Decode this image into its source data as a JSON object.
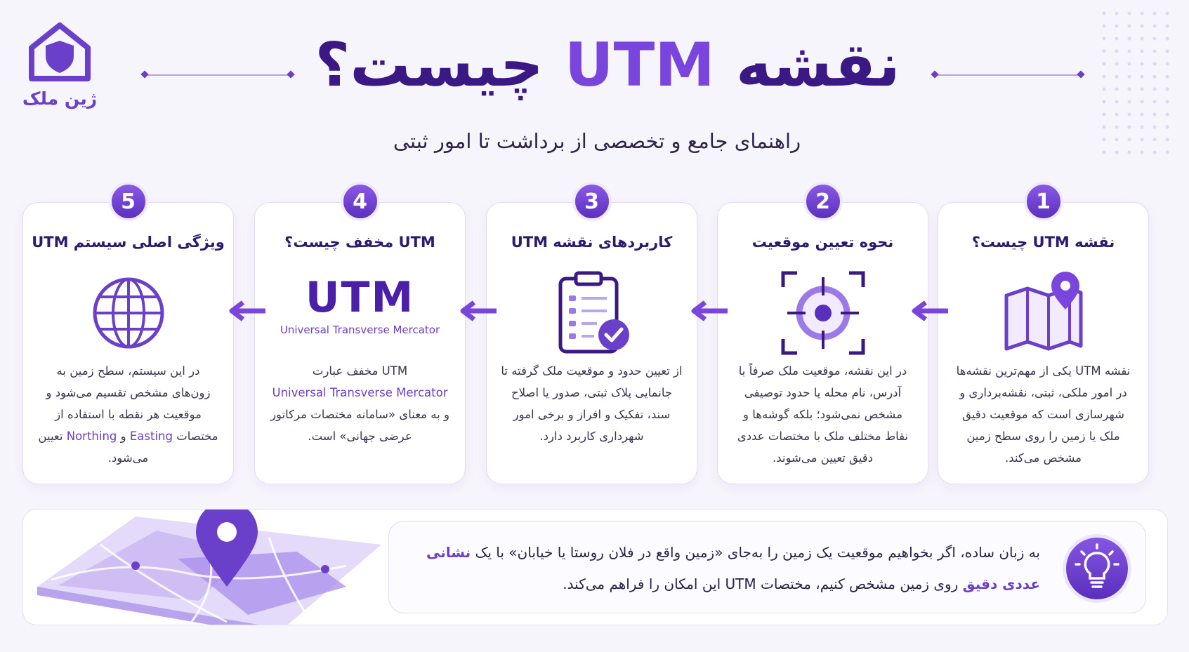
{
  "brand": {
    "name": "ژین ملک"
  },
  "header": {
    "title_prefix": "نقشه",
    "title_accent": "UTM",
    "title_suffix": "چیست؟",
    "subtitle": "راهنمای جامع و تخصصی از برداشت تا امور ثبتی"
  },
  "steps": [
    {
      "number": "1",
      "title": "نقشه UTM چیست؟",
      "icon": "map-pin-icon",
      "body": "نقشه UTM یکی از مهم‌ترین نقشه‌ها در امور ملکی، ثبتی، نقشه‌برداری و شهرسازی است که موقعیت دقیق ملک یا زمین را روی سطح زمین مشخص می‌کند."
    },
    {
      "number": "2",
      "title": "نحوه تعیین موقعیت",
      "icon": "crosshair-target-icon",
      "body": "در این نقشه، موقعیت ملک صرفاً با آدرس، نام محله یا حدود توصیفی مشخص نمی‌شود؛ بلکه گوشه‌ها و نقاط مختلف ملک با مختصات عددی دقیق تعیین می‌شوند."
    },
    {
      "number": "3",
      "title": "کاربردهای نقشه UTM",
      "icon": "clipboard-check-icon",
      "body": "از تعیین حدود و موقعیت ملک گرفته تا جانمایی پلاک ثبتی، صدور یا اصلاح سند، تفکیک و افراز و برخی امور شهرداری کاربرد دارد."
    },
    {
      "number": "4",
      "title": "UTM مخفف چیست؟",
      "icon": "utm-text-icon",
      "big": "UTM",
      "big_sub": "Universal Transverse Mercator",
      "body_line1": "UTM مخفف عبارت",
      "body_line2": "Universal Transverse Mercator",
      "body_line3": "و به معنای «سامانه مختصات مرکاتور عرضی جهانی» است."
    },
    {
      "number": "5",
      "title": "ویژگی اصلی سیستم UTM",
      "icon": "globe-icon",
      "body_a": "در این سیستم، سطح زمین به زون‌های مشخص تقسیم می‌شود و موقعیت هر نقطه با استفاده از مختصات",
      "easting": "Easting",
      "and": "و",
      "northing": "Northing",
      "body_b": "تعیین می‌شود."
    }
  ],
  "tip": {
    "icon": "lightbulb-icon",
    "text_a": "به زبان ساده، اگر بخواهیم موقعیت یک زمین را به‌جای «زمین واقع در فلان روستا یا خیابان» با یک",
    "strong": "نشانی عددی دقیق",
    "text_b": "روی زمین مشخص کنیم، مختصات UTM این امکان را فراهم می‌کند."
  },
  "colors": {
    "primary": "#6a3fc9",
    "dark": "#3a1985",
    "background": "#f7f5fc"
  }
}
